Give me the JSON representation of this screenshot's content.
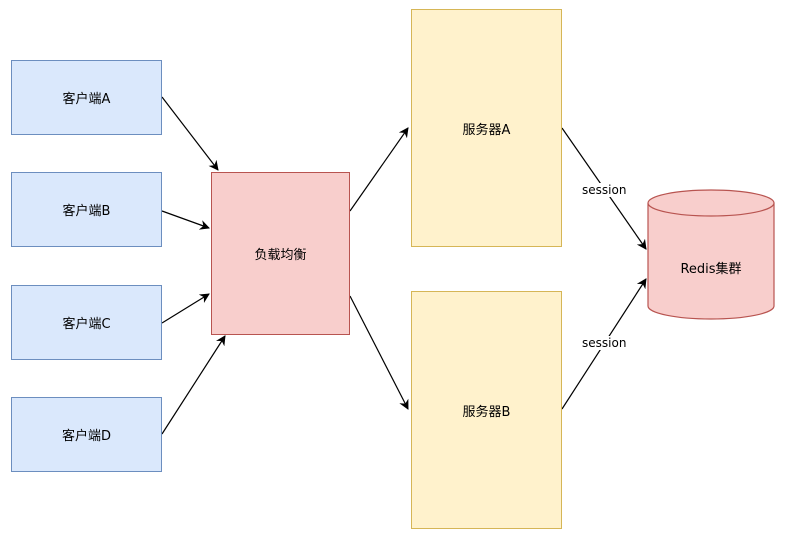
{
  "clients": [
    {
      "label": "客户端A"
    },
    {
      "label": "客户端B"
    },
    {
      "label": "客户端C"
    },
    {
      "label": "客户端D"
    }
  ],
  "load_balancer": {
    "label": "负载均衡"
  },
  "servers": [
    {
      "label": "服务器A"
    },
    {
      "label": "服务器B"
    }
  ],
  "redis": {
    "label": "Redis集群"
  },
  "edges": {
    "session_a": "session",
    "session_b": "session"
  },
  "colors": {
    "client_fill": "#dae8fc",
    "client_stroke": "#6c8ebf",
    "lb_fill": "#f8cecc",
    "lb_stroke": "#b85450",
    "server_fill": "#fff2cc",
    "server_stroke": "#d6b656",
    "redis_fill": "#f8cecc",
    "redis_stroke": "#b85450",
    "edge": "#000000"
  }
}
